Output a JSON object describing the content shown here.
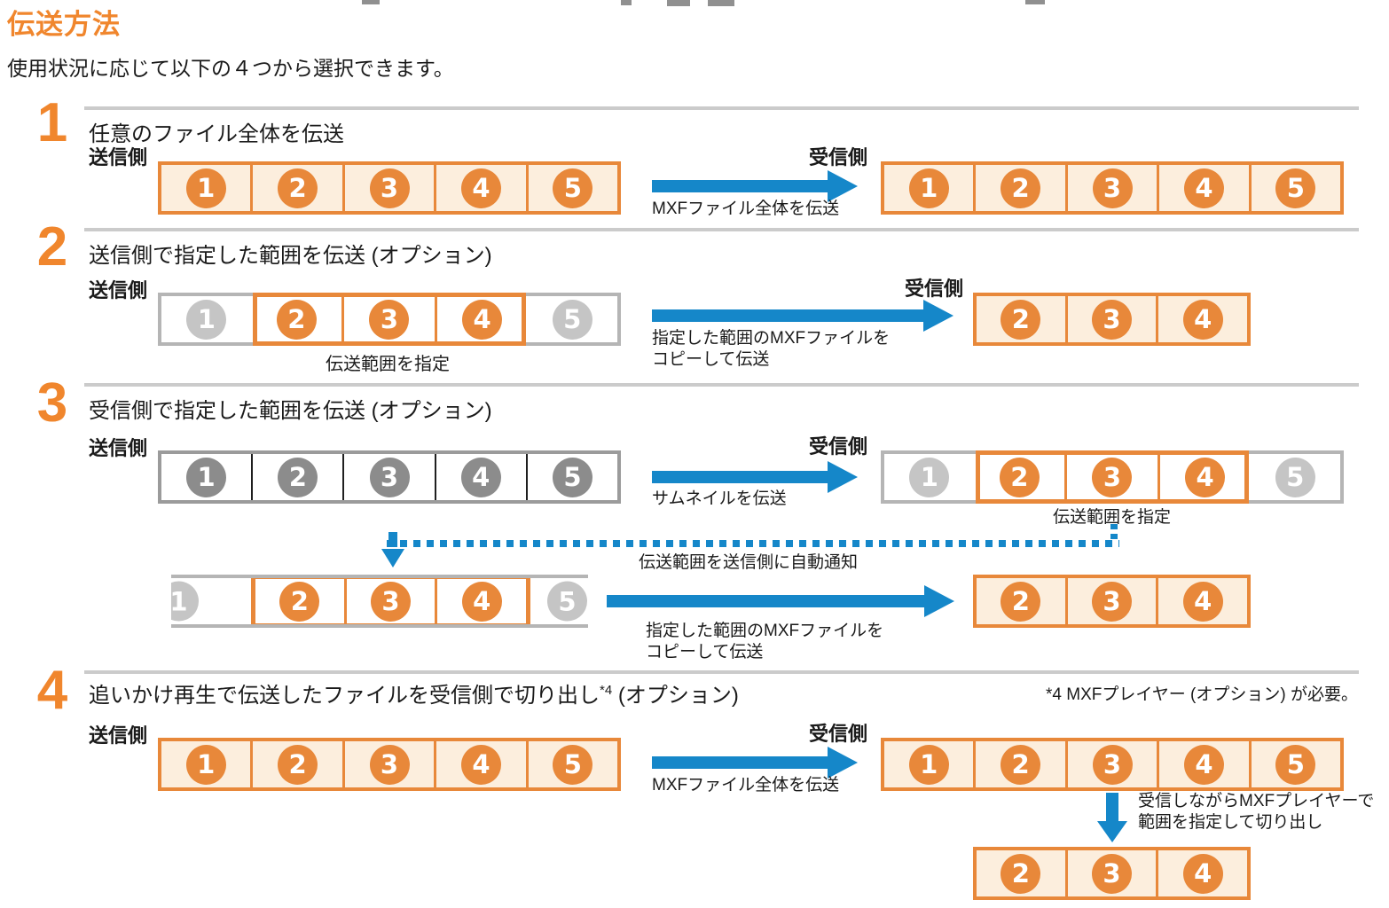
{
  "title": "伝送方法",
  "intro": "使用状況に応じて以下の４つから選択できます。",
  "labels": {
    "sender": "送信側",
    "receiver": "受信側"
  },
  "colors": {
    "accent_orange": "#F0862D",
    "bar_orange": "#E8883A",
    "bar_fill": "#FCEEDD",
    "arrow_blue": "#1587C9",
    "gray_border": "#B5B5B5",
    "gray_circle": "#C5C5C5",
    "dark_circle": "#8C8C8C",
    "section_line": "#CBCBCB"
  },
  "sections": [
    {
      "number": "1",
      "heading": "任意のファイル全体を伝送",
      "arrow_caption": "MXFファイル全体を伝送"
    },
    {
      "number": "2",
      "heading": "送信側で指定した範囲を伝送 (オプション)",
      "range_caption": "伝送範囲を指定",
      "arrow_caption_line1": "指定した範囲のMXFファイルを",
      "arrow_caption_line2": "コピーして伝送"
    },
    {
      "number": "3",
      "heading": "受信側で指定した範囲を伝送 (オプション)",
      "arrow_caption": "サムネイルを伝送",
      "range_caption": "伝送範囲を指定",
      "notify_caption": "伝送範囲を送信側に自動通知",
      "copy_caption_line1": "指定した範囲のMXFファイルを",
      "copy_caption_line2": "コピーして伝送"
    },
    {
      "number": "4",
      "heading_pre": "追いかけ再生で伝送したファイルを受信側で切り出し",
      "heading_sup": "*4",
      "heading_post": " (オプション)",
      "note": "*4 MXFプレイヤー (オプション) が必要。",
      "arrow_caption": "MXFファイル全体を伝送",
      "cut_caption_line1": "受信しながらMXFプレイヤーで",
      "cut_caption_line2": "範囲を指定して切り出し"
    }
  ],
  "bars": {
    "s1_sender": {
      "type": "plain",
      "style": "orange",
      "segments": [
        {
          "n": "1",
          "state": "orange"
        },
        {
          "n": "2",
          "state": "orange"
        },
        {
          "n": "3",
          "state": "orange"
        },
        {
          "n": "4",
          "state": "orange"
        },
        {
          "n": "5",
          "state": "orange"
        }
      ]
    },
    "s1_receiver": {
      "type": "plain",
      "style": "orange",
      "segments": [
        {
          "n": "1",
          "state": "orange"
        },
        {
          "n": "2",
          "state": "orange"
        },
        {
          "n": "3",
          "state": "orange"
        },
        {
          "n": "4",
          "state": "orange"
        },
        {
          "n": "5",
          "state": "orange"
        }
      ]
    },
    "s2_sender": {
      "type": "range",
      "segments": [
        {
          "n": "1",
          "state": "gray"
        },
        {
          "n": "2",
          "state": "orange"
        },
        {
          "n": "3",
          "state": "orange"
        },
        {
          "n": "4",
          "state": "orange"
        },
        {
          "n": "5",
          "state": "gray"
        }
      ]
    },
    "s2_receiver": {
      "type": "plain",
      "style": "orange",
      "segments": [
        {
          "n": "2",
          "state": "orange"
        },
        {
          "n": "3",
          "state": "orange"
        },
        {
          "n": "4",
          "state": "orange"
        }
      ]
    },
    "s3_sender": {
      "type": "plain",
      "style": "dark",
      "segments": [
        {
          "n": "1",
          "state": "dark"
        },
        {
          "n": "2",
          "state": "dark"
        },
        {
          "n": "3",
          "state": "dark"
        },
        {
          "n": "4",
          "state": "dark"
        },
        {
          "n": "5",
          "state": "dark"
        }
      ]
    },
    "s3_receiver": {
      "type": "range",
      "segments": [
        {
          "n": "1",
          "state": "gray"
        },
        {
          "n": "2",
          "state": "orange"
        },
        {
          "n": "3",
          "state": "orange"
        },
        {
          "n": "4",
          "state": "orange"
        },
        {
          "n": "5",
          "state": "gray"
        }
      ]
    },
    "s3b_sender": {
      "type": "trunc",
      "segments": [
        {
          "n": "1",
          "state": "gray"
        },
        {
          "n": "2",
          "state": "orange"
        },
        {
          "n": "3",
          "state": "orange"
        },
        {
          "n": "4",
          "state": "orange"
        },
        {
          "n": "5",
          "state": "gray"
        }
      ]
    },
    "s3b_receiver": {
      "type": "plain",
      "style": "orange",
      "segments": [
        {
          "n": "2",
          "state": "orange"
        },
        {
          "n": "3",
          "state": "orange"
        },
        {
          "n": "4",
          "state": "orange"
        }
      ]
    },
    "s4_sender": {
      "type": "plain",
      "style": "orange",
      "segments": [
        {
          "n": "1",
          "state": "orange"
        },
        {
          "n": "2",
          "state": "orange"
        },
        {
          "n": "3",
          "state": "orange"
        },
        {
          "n": "4",
          "state": "orange"
        },
        {
          "n": "5",
          "state": "orange"
        }
      ]
    },
    "s4_receiver": {
      "type": "plain",
      "style": "orange",
      "segments": [
        {
          "n": "1",
          "state": "orange"
        },
        {
          "n": "2",
          "state": "orange"
        },
        {
          "n": "3",
          "state": "orange"
        },
        {
          "n": "4",
          "state": "orange"
        },
        {
          "n": "5",
          "state": "orange"
        }
      ]
    },
    "s4_final": {
      "type": "plain",
      "style": "orange",
      "segments": [
        {
          "n": "2",
          "state": "orange"
        },
        {
          "n": "3",
          "state": "orange"
        },
        {
          "n": "4",
          "state": "orange"
        }
      ]
    }
  }
}
